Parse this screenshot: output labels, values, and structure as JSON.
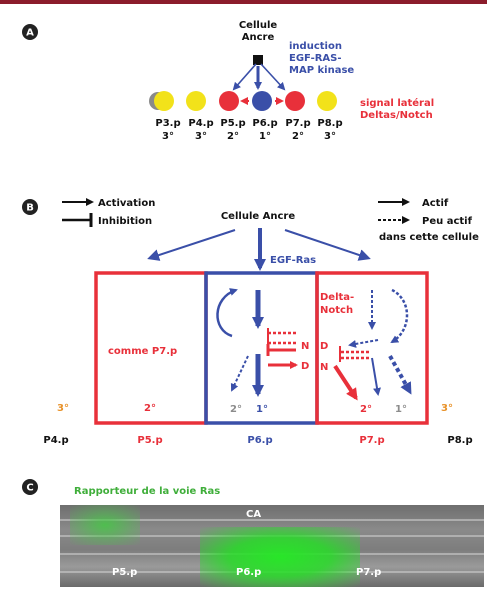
{
  "panelA": {
    "label": "A",
    "anchor_line1": "Cellule",
    "anchor_line2": "Ancre",
    "induction_line1": "induction",
    "induction_line2": "EGF-RAS-",
    "induction_line3": "MAP kinase",
    "lateral_line1": "signal latéral",
    "lateral_line2": "Deltas/Notch",
    "cells": [
      {
        "name": "P3.p",
        "fate": "3°"
      },
      {
        "name": "P4.p",
        "fate": "3°"
      },
      {
        "name": "P5.p",
        "fate": "2°"
      },
      {
        "name": "P6.p",
        "fate": "1°"
      },
      {
        "name": "P7.p",
        "fate": "2°"
      },
      {
        "name": "P8.p",
        "fate": "3°"
      }
    ]
  },
  "panelB": {
    "label": "B",
    "legend_activation": "Activation",
    "legend_inhibition": "Inhibition",
    "legend_actif": "Actif",
    "legend_peu_actif": "Peu actif",
    "legend_dans_cellule": "dans cette cellule",
    "anchor": "Cellule Ancre",
    "egf_ras": "EGF-Ras",
    "comme_p7": "comme P7.p",
    "delta_notch_line1": "Delta-",
    "delta_notch_line2": "Notch",
    "letter_N1": "N",
    "letter_D1": "D",
    "letter_D2": "D",
    "letter_N2": "N",
    "fates": {
      "p4": "3°",
      "p5": "2°",
      "p6_secondary": "2°",
      "p6_primary": "1°",
      "p7_secondary": "2°",
      "p7_primary": "1°",
      "p8": "3°"
    },
    "cell_names": {
      "p4": "P4.p",
      "p5": "P5.p",
      "p6": "P6.p",
      "p7": "P7.p",
      "p8": "P8.p"
    }
  },
  "panelC": {
    "label": "C",
    "title": "Rapporteur de la voie Ras",
    "ca": "CA",
    "p5": "P5.p",
    "p6": "P6.p",
    "p7": "P7.p"
  },
  "colors": {
    "red": "#e8303a",
    "blue": "#3a4fa8",
    "yellow": "#f2e21a",
    "orange": "#e8922a",
    "grey": "#8c8c8c",
    "green": "#3fae3a",
    "header_bar": "#8b1c2b"
  }
}
